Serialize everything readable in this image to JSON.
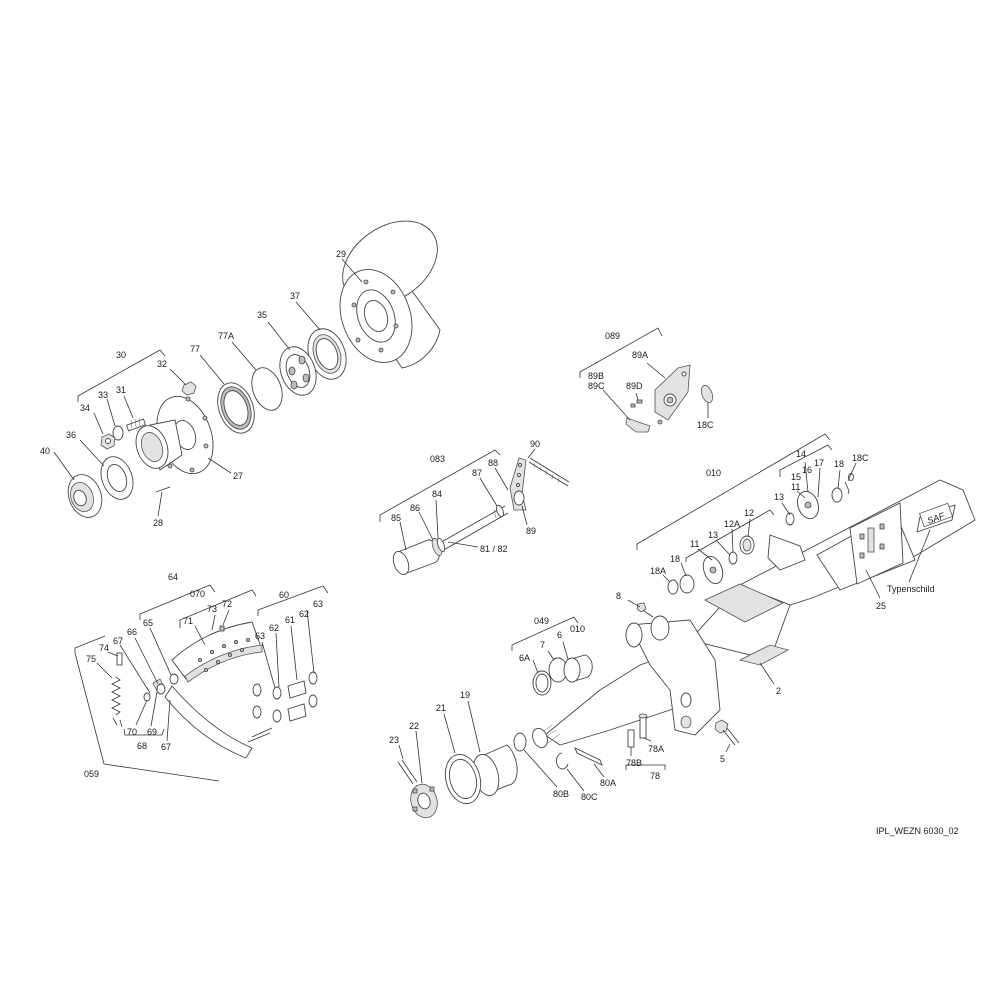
{
  "drawing_id": "IPL_WEZN 6030_02",
  "nameplate_label": "Typenschild",
  "logo_text": "SAF",
  "labels": {
    "p29": "29",
    "p37": "37",
    "p35": "35",
    "p77A": "77A",
    "p77": "77",
    "p30": "30",
    "p32": "32",
    "p31": "31",
    "p33": "33",
    "p34": "34",
    "p36": "36",
    "p40": "40",
    "p27": "27",
    "p28": "28",
    "p089": "089",
    "p89A": "89A",
    "p89B": "89B",
    "p89C": "89C",
    "p89D": "89D",
    "p18C_top": "18C",
    "p083": "083",
    "p90": "90",
    "p88": "88",
    "p87": "87",
    "p84": "84",
    "p86": "86",
    "p85": "85",
    "p81_82": "81 / 82",
    "p89": "89",
    "p010_top": "010",
    "p14": "14",
    "p15": "15",
    "p17": "17",
    "p16": "16",
    "p18_r": "18",
    "p18C_r": "18C",
    "p11_r": "11",
    "p13_r": "13",
    "p12": "12",
    "p12A": "12A",
    "p13_l": "13",
    "p11_l": "11",
    "p18_l": "18",
    "p18A": "18A",
    "p25": "25",
    "p8": "8",
    "p049": "049",
    "p7": "7",
    "p6": "6",
    "p010_mid": "010",
    "p6A": "6A",
    "p2": "2",
    "p19": "19",
    "p21": "21",
    "p22": "22",
    "p23": "23",
    "p80B": "80B",
    "p80C": "80C",
    "p80A": "80A",
    "p78B": "78B",
    "p78A": "78A",
    "p78": "78",
    "p5": "5",
    "p64": "64",
    "p070": "070",
    "p60": "60",
    "p73": "73",
    "p72": "72",
    "p71": "71",
    "p65": "65",
    "p63_a": "63",
    "p61": "61",
    "p62_a": "62",
    "p63_b": "63",
    "p62_b": "62",
    "p66": "66",
    "p67_a": "67",
    "p74": "74",
    "p75": "75",
    "p70": "70",
    "p69": "69",
    "p68": "68",
    "p67_b": "67",
    "p059": "059"
  }
}
